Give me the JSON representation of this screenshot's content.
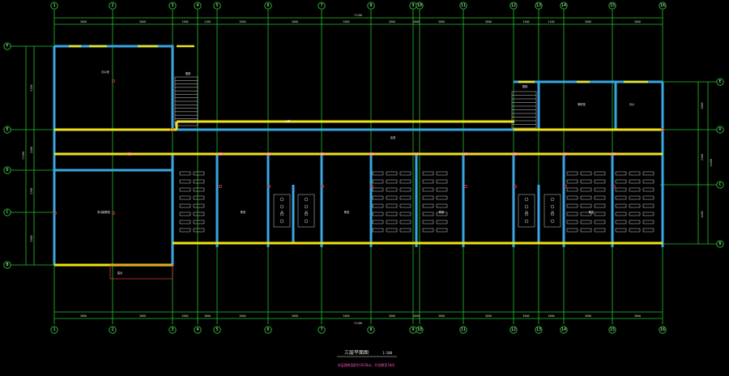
{
  "drawing": {
    "title": "三层平面图",
    "scale": "1:100",
    "subtitle": "本层建筑面积约1620㎡，共设教室10间"
  },
  "axes": {
    "columns": [
      "1",
      "2",
      "3",
      "4",
      "5",
      "6",
      "7",
      "8",
      "9",
      "10",
      "11",
      "12",
      "13",
      "14",
      "15",
      "16"
    ],
    "rows": [
      "F",
      "E",
      "D",
      "C",
      "B",
      "A"
    ]
  },
  "dimensions": {
    "top_total": "72100",
    "bottom_total": "72100",
    "top_spans": [
      "3600",
      "3600",
      "1500",
      "1200",
      "3600",
      "3600",
      "3600",
      "3600",
      "3600",
      "3600",
      "3600",
      "1500",
      "2100",
      "3600",
      "3600"
    ],
    "bottom_spans": [
      "3600",
      "3600",
      "3600",
      "3600",
      "3600",
      "3600",
      "3600",
      "3600",
      "3600",
      "3600",
      "3600",
      "3600"
    ],
    "left_total": "17400",
    "right_total": "14400",
    "left_spans": [
      "5100",
      "2400",
      "2700",
      "3300"
    ],
    "right_spans": [
      "3600",
      "2400",
      "4200"
    ]
  },
  "rooms": {
    "room_left_top": "办公室",
    "room_left_bottom": "多功能教室",
    "corridor": "走廊",
    "corridor_label": "走道",
    "classroom": "教室",
    "toilet": "卫",
    "room_right_top_a": "教研室",
    "room_right_top_b": "办公",
    "stair": "楼梯",
    "balcony": "露台"
  },
  "colors": {
    "grid": "#22c32a",
    "wall": "#3aa6e0",
    "window": "#f0e21a",
    "highlight": "#ff4fbf",
    "marker": "#e23b3b"
  }
}
